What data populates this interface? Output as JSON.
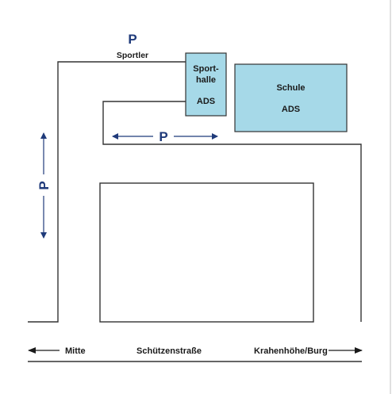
{
  "parking_sportler": {
    "symbol": "P",
    "label": "Sportler"
  },
  "sporthalle": {
    "line1": "Sport-",
    "line2": "halle",
    "tag": "ADS"
  },
  "schule": {
    "name": "Schule",
    "tag": "ADS"
  },
  "parking_horizontal": {
    "symbol": "P"
  },
  "parking_vertical": {
    "symbol": "P"
  },
  "street": {
    "left_direction": "Mitte",
    "name": "Schützenstraße",
    "right_direction": "Krahenhöhe/Burg"
  },
  "colors": {
    "building_fill": "#a6d9e8",
    "parking_blue": "#1f3a7a",
    "line": "#333333"
  }
}
